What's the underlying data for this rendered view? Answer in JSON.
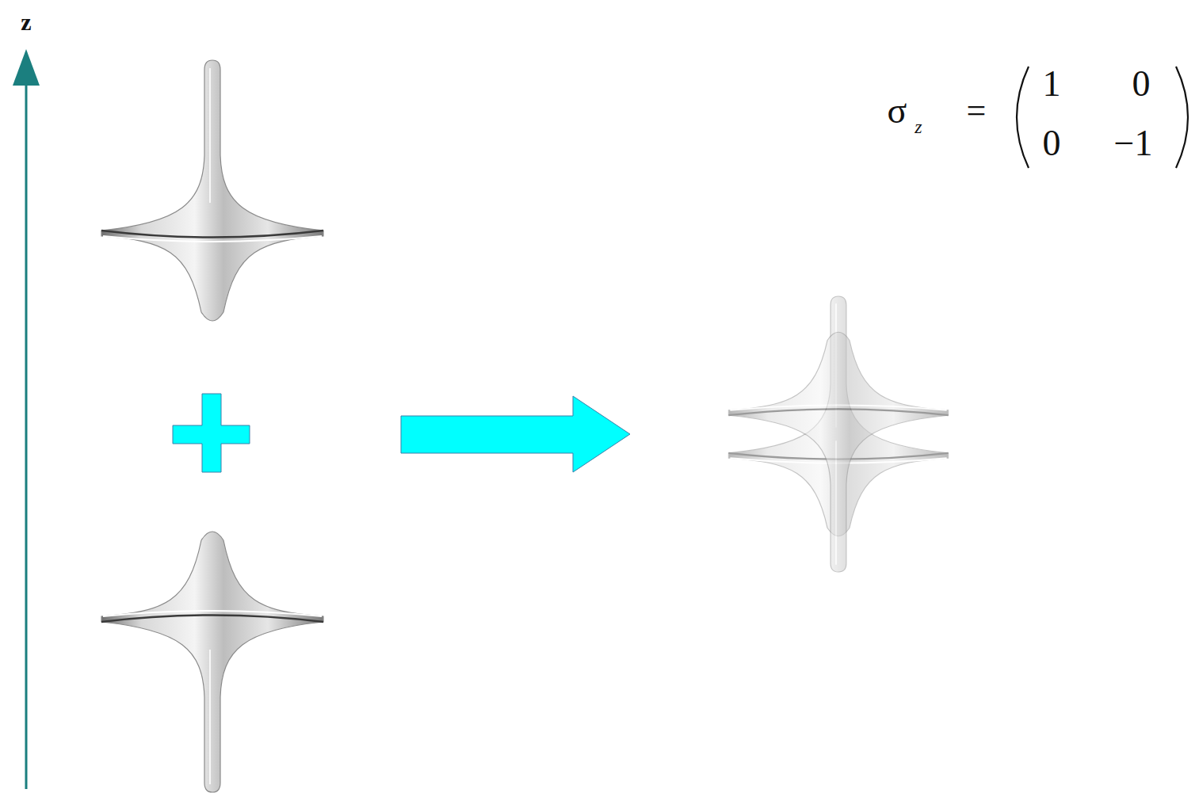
{
  "diagram": {
    "labels": [
      "z",
      "σ",
      "z",
      "=",
      "1",
      "0",
      "0",
      "−1"
    ]
  }
}
